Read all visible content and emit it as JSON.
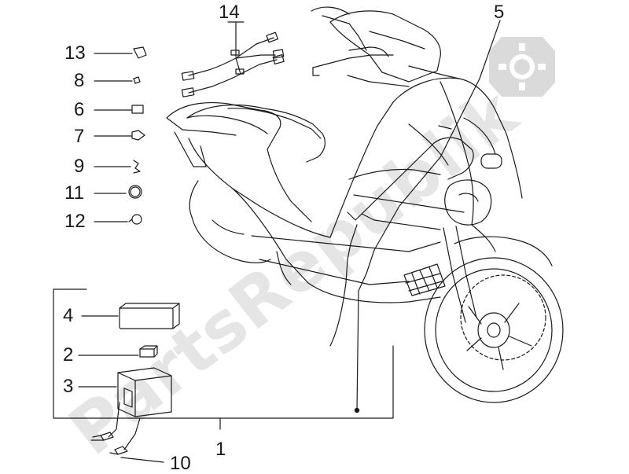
{
  "diagram": {
    "callouts": [
      {
        "id": "13",
        "label": "13"
      },
      {
        "id": "8",
        "label": "8"
      },
      {
        "id": "6",
        "label": "6"
      },
      {
        "id": "7",
        "label": "7"
      },
      {
        "id": "9",
        "label": "9"
      },
      {
        "id": "11",
        "label": "11"
      },
      {
        "id": "12",
        "label": "12"
      },
      {
        "id": "14",
        "label": "14"
      },
      {
        "id": "5",
        "label": "5"
      },
      {
        "id": "4",
        "label": "4"
      },
      {
        "id": "2",
        "label": "2"
      },
      {
        "id": "3",
        "label": "3"
      },
      {
        "id": "1",
        "label": "1"
      },
      {
        "id": "10",
        "label": "10"
      }
    ],
    "watermark": {
      "text": "PartsRepublik",
      "icon": "gear-icon",
      "color": "#e3e3e3"
    },
    "line_color": "#1a1a1a"
  }
}
